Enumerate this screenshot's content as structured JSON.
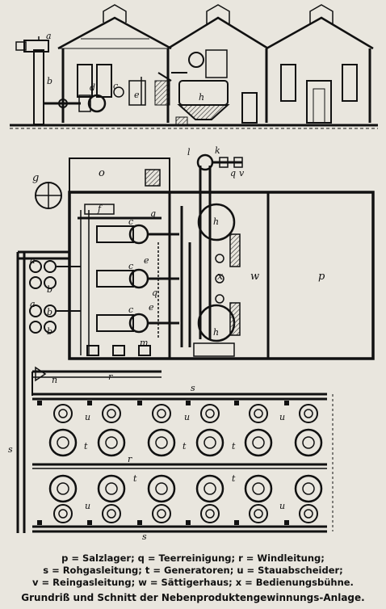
{
  "section_labels": {
    "a": "a",
    "b": "b",
    "c": "c",
    "d": "d",
    "e": "e",
    "h": "h"
  },
  "plan_labels": {
    "o": "o",
    "g": "g",
    "f": "f",
    "l": "l",
    "k": "k",
    "q": "q",
    "v": "v",
    "h_top": "h",
    "h_bottom": "h",
    "c1": "c",
    "c2": "c",
    "c3": "c",
    "q1": "q",
    "e1": "e",
    "q2": "q",
    "e2": "e",
    "x": "x",
    "w": "w",
    "p": "p",
    "a1": "a",
    "a2": "a",
    "b1": "b",
    "b2": "b",
    "b3": "b",
    "m": "m",
    "n": "n",
    "r_pipe": "r",
    "s_top": "s",
    "s_side": "s",
    "s_bottom": "s"
  },
  "yard_labels": {
    "u1": "u",
    "u2": "u",
    "u3": "u",
    "t1": "t",
    "t2": "t",
    "t3": "t",
    "r1": "r",
    "t4": "t",
    "t5": "t",
    "u4": "u",
    "u5": "u"
  },
  "legend": {
    "line1": "p = Salzlager; q = Teerreinigung; r = Windleitung;",
    "line2": "s = Rohgasleitung; t = Generatoren; u = Stauabscheider;",
    "line3": "v = Reingasleitung; w = Sättigerhaus; x = Bedienungsbühne."
  },
  "caption": "Grundriß und Schnitt der Nebenproduktengewinnungs-Anlage."
}
